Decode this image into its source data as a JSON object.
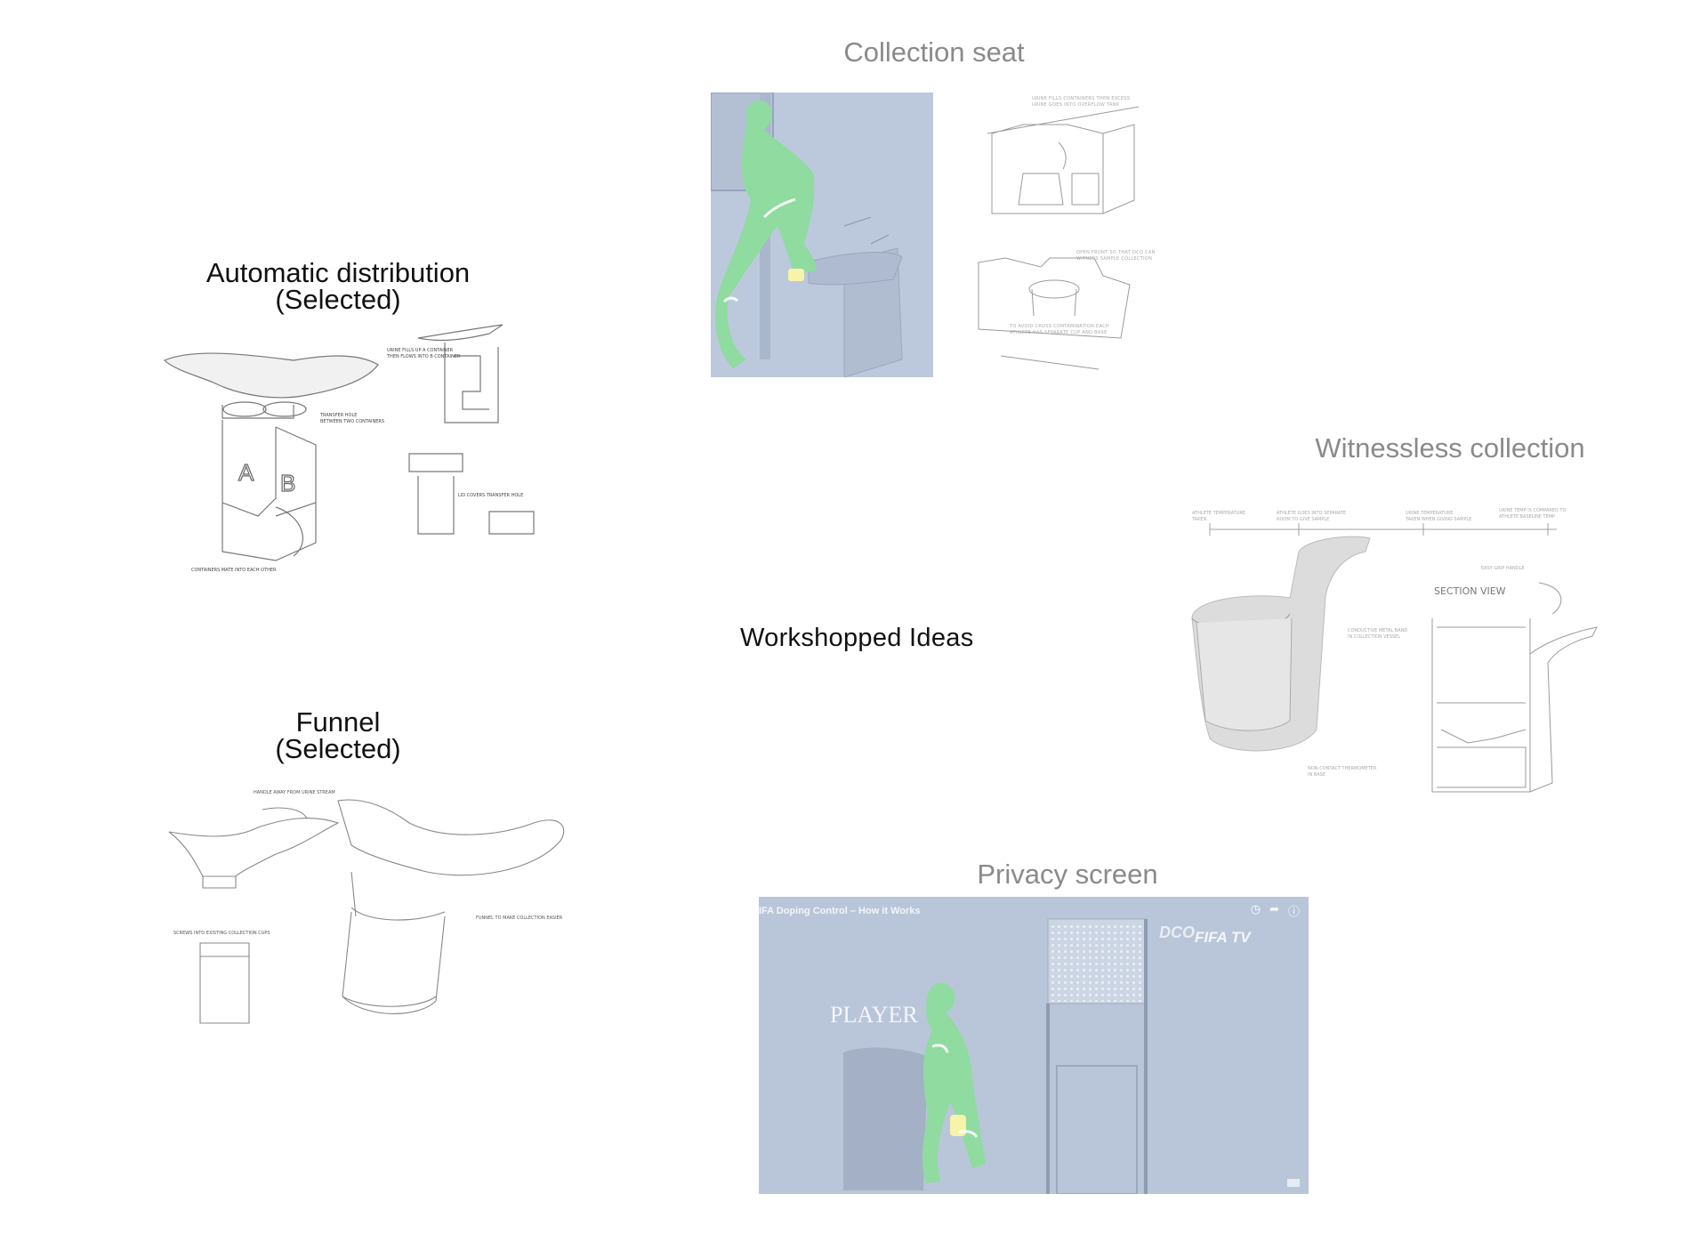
{
  "center": {
    "label": "Workshopped Ideas"
  },
  "ideas": {
    "collection_seat": {
      "title": "Collection seat"
    },
    "automatic_distribution": {
      "title_line1": "Automatic distribution",
      "title_line2": "(Selected)"
    },
    "witnessless": {
      "title": "Witnessless collection",
      "section_view": "SECTION VIEW"
    },
    "funnel": {
      "title_line1": "Funnel",
      "title_line2": "(Selected)"
    },
    "privacy_screen": {
      "title": "Privacy screen",
      "video_title": "IFA Doping Control – How it Works",
      "dco_label": "DCO",
      "brand": "FIFA TV",
      "player_label": "PLAYER"
    }
  },
  "colors": {
    "figure_green": "#8fdba0",
    "scene_blue": "#bcc9dc",
    "sketch_line": "#8a8a8a"
  }
}
